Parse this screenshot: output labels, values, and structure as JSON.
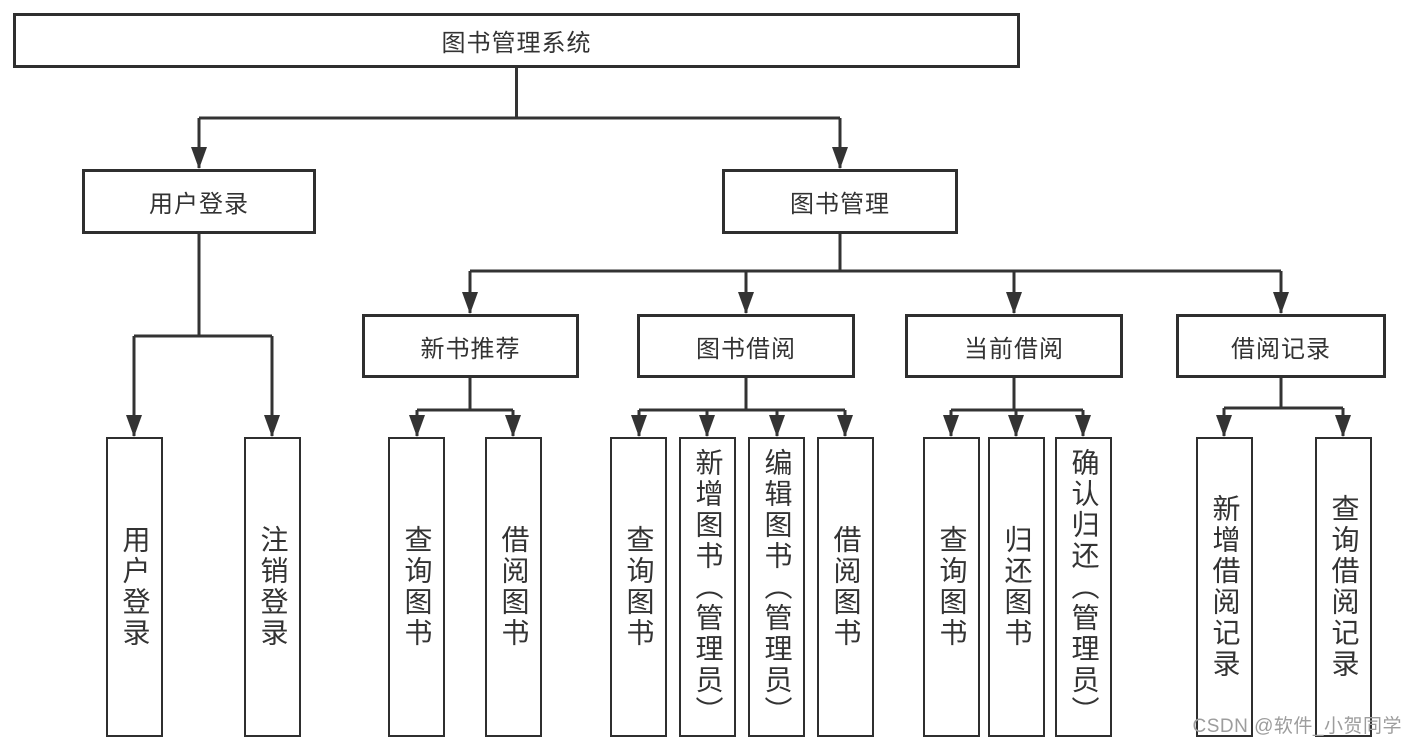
{
  "root": {
    "label": "图书管理系统"
  },
  "level2": {
    "user_login": {
      "label": "用户登录"
    },
    "book_management": {
      "label": "图书管理"
    }
  },
  "level3": {
    "new_book_recommend": {
      "label": "新书推荐"
    },
    "book_borrowing": {
      "label": "图书借阅"
    },
    "current_borrowing": {
      "label": "当前借阅"
    },
    "borrowing_records": {
      "label": "借阅记录"
    }
  },
  "leaves": {
    "user_login": [
      "用户登录",
      "注销登录"
    ],
    "new_book_recommend": [
      "查询图书",
      "借阅图书"
    ],
    "book_borrowing": [
      "查询图书",
      "新增图书（管理员）",
      "编辑图书（管理员）",
      "借阅图书"
    ],
    "current_borrowing": [
      "查询图书",
      "归还图书",
      "确认归还（管理员）"
    ],
    "borrowing_records": [
      "新增借阅记录",
      "查询借阅记录"
    ]
  },
  "watermark": {
    "text": "CSDN @软件_小贺同学"
  },
  "colors": {
    "line": "#333333",
    "border": "#2f2f2f",
    "text": "#333333",
    "background": "#ffffff",
    "watermark": "#9d9d9d"
  }
}
